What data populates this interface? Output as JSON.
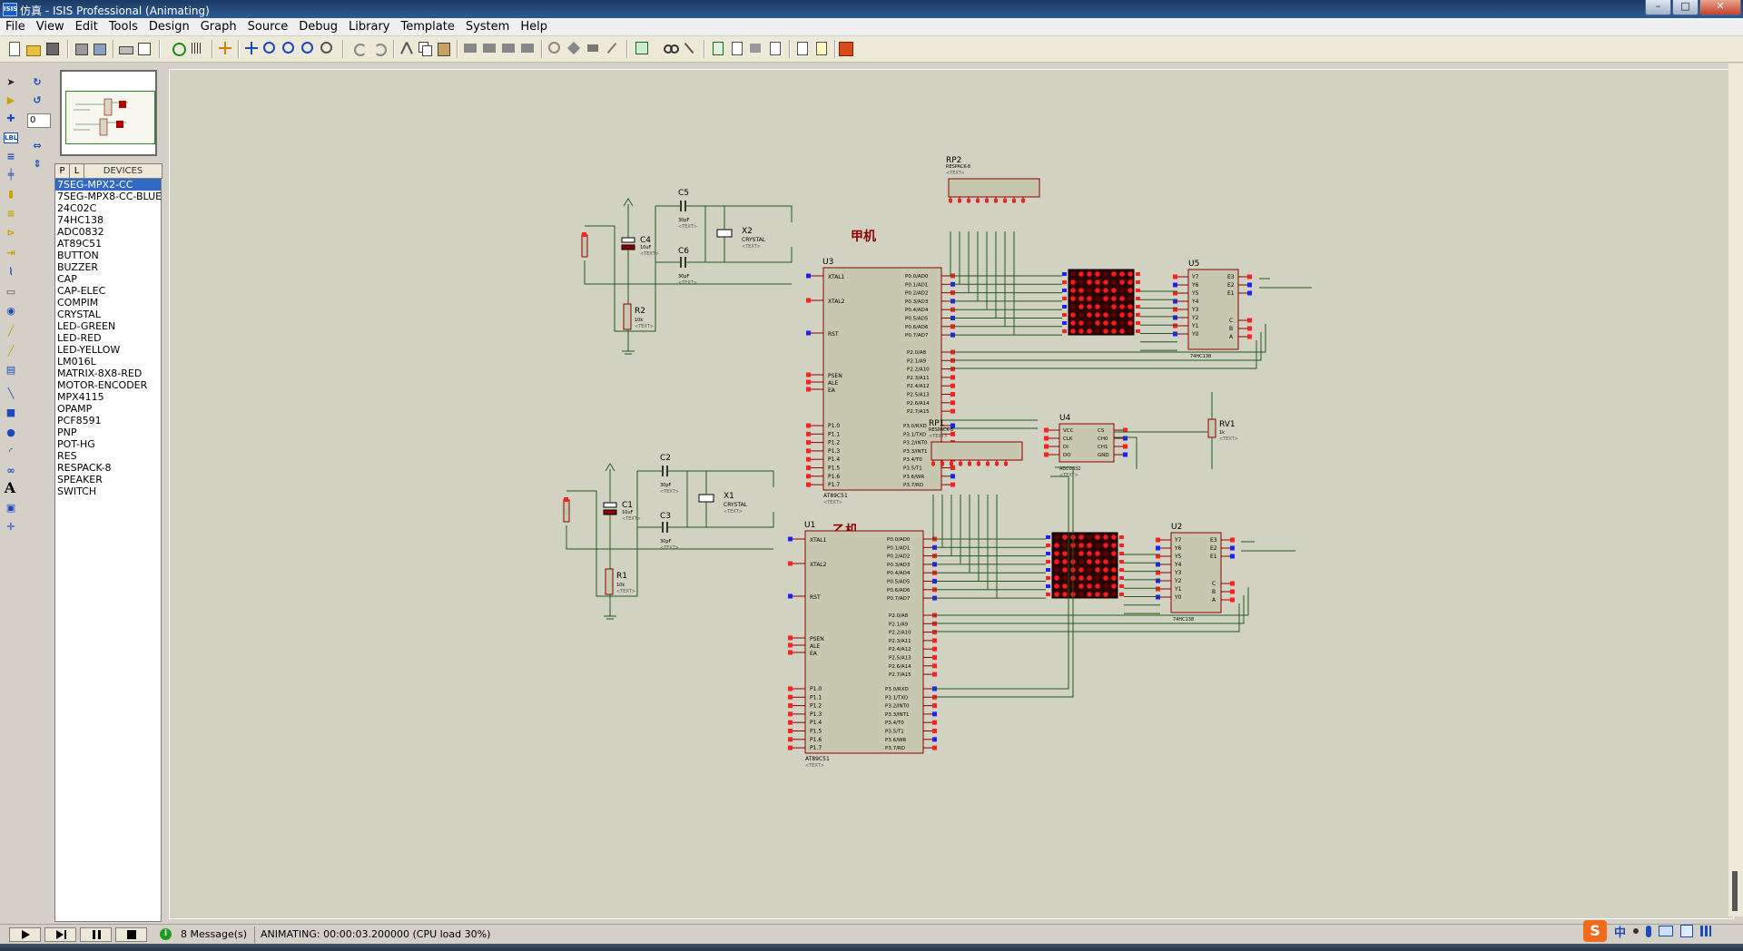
{
  "window": {
    "title": "仿真 - ISIS Professional (Animating)",
    "app_icon": "ISIS",
    "buttons": [
      "–",
      "□",
      "✕"
    ]
  },
  "menu": [
    "File",
    "View",
    "Edit",
    "Tools",
    "Design",
    "Graph",
    "Source",
    "Debug",
    "Library",
    "Template",
    "System",
    "Help"
  ],
  "modebar": {
    "rotation_value": "0",
    "label_tool": "LBL",
    "text_tool": "A"
  },
  "devices": {
    "tab_p": "P",
    "tab_l": "L",
    "header": "DEVICES",
    "items": [
      "7SEG-MPX2-CC",
      "7SEG-MPX8-CC-BLUE",
      "24C02C",
      "74HC138",
      "ADC0832",
      "AT89C51",
      "BUTTON",
      "BUZZER",
      "CAP",
      "CAP-ELEC",
      "COMPIM",
      "CRYSTAL",
      "LED-GREEN",
      "LED-RED",
      "LED-YELLOW",
      "LM016L",
      "MATRIX-8X8-RED",
      "MOTOR-ENCODER",
      "MPX4115",
      "OPAMP",
      "PCF8591",
      "PNP",
      "POT-HG",
      "RES",
      "RESPACK-8",
      "SPEAKER",
      "SWITCH"
    ],
    "selected": "7SEG-MPX2-CC"
  },
  "schematic": {
    "title_top": "甲机",
    "title_bottom": "乙机",
    "text_placeholder": "<TEXT>",
    "top": {
      "mcu_ref": "U3",
      "mcu_part": "AT89C51",
      "respack_ref": "RP2",
      "respack_part": "RESPACK-8",
      "decoder_ref": "U5",
      "decoder_part": "74HC138",
      "adc_ref": "U4",
      "adc_part": "ADC0832",
      "pot_ref": "RV1",
      "pot_value": "1k",
      "c_a": "C5",
      "c_b": "C6",
      "c_value": "30pF",
      "x_ref": "X2",
      "crystal": "CRYSTAL",
      "cap_ref": "C4",
      "cap_value": "10uF",
      "res_ref": "R2",
      "res_value": "10k"
    },
    "bottom": {
      "mcu_ref": "U1",
      "mcu_part": "AT89C51",
      "respack_ref": "RP1",
      "respack_part": "RESPACK-8",
      "decoder_ref": "U2",
      "decoder_part": "74HC138",
      "c_a": "C2",
      "c_b": "C3",
      "c_value": "30pF",
      "x_ref": "X1",
      "crystal": "CRYSTAL",
      "cap_ref": "C1",
      "cap_value": "10uF",
      "res_ref": "R1",
      "res_value": "10k"
    },
    "mcu_pins": {
      "xtal1": "XTAL1",
      "xtal2": "XTAL2",
      "rst": "RST",
      "psen": "PSEN",
      "ale": "ALE",
      "ea": "EA",
      "p1": [
        "P1.0",
        "P1.1",
        "P1.2",
        "P1.3",
        "P1.4",
        "P1.5",
        "P1.6",
        "P1.7"
      ],
      "p0": [
        "P0.0/AD0",
        "P0.1/AD1",
        "P0.2/AD2",
        "P0.3/AD3",
        "P0.4/AD4",
        "P0.5/AD5",
        "P0.6/AD6",
        "P0.7/AD7"
      ],
      "p2": [
        "P2.0/A8",
        "P2.1/A9",
        "P2.2/A10",
        "P2.3/A11",
        "P2.4/A12",
        "P2.5/A13",
        "P2.6/A14",
        "P2.7/A15"
      ],
      "p3": [
        "P3.0/RXD",
        "P3.1/TXD",
        "P3.2/INT0",
        "P3.3/INT1",
        "P3.4/T0",
        "P3.5/T1",
        "P3.6/WR",
        "P3.7/RD"
      ]
    },
    "decoder_pins": {
      "outputs": [
        "Y7",
        "Y6",
        "Y5",
        "Y4",
        "Y3",
        "Y2",
        "Y1",
        "Y0"
      ],
      "enables": [
        "E3",
        "E2",
        "E1"
      ],
      "address": [
        "C",
        "B",
        "A"
      ]
    },
    "adc_pins": [
      "VCC",
      "CLK",
      "DI",
      "DO",
      "CS",
      "CH0",
      "CH1",
      "GND"
    ]
  },
  "status": {
    "buttons": [
      "play",
      "step",
      "pause",
      "stop"
    ],
    "messages": "8 Message(s)",
    "animating": "ANIMATING: 00:00:03.200000 (CPU load 30%)"
  },
  "ime": {
    "logo": "S",
    "lang": "中"
  },
  "colors": {
    "canvas": "#d2d2c2",
    "wire": "#1f5a1f",
    "component": "#8b0000",
    "body": "#c8c8b0",
    "pin_high": "#ff2020",
    "pin_low": "#2020ff",
    "led_on": "#ff1a1a"
  }
}
